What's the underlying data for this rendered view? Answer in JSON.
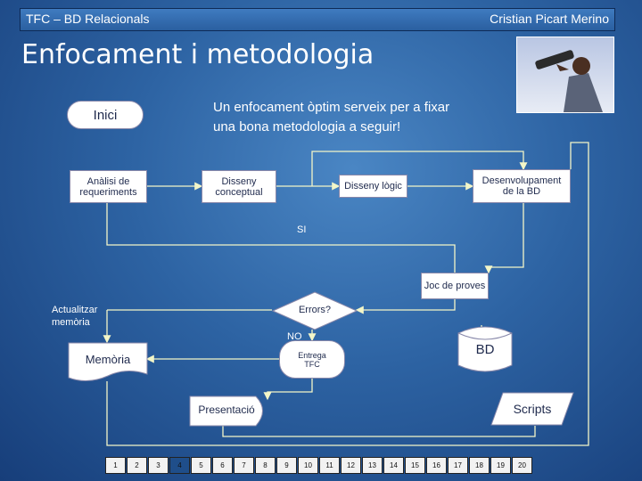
{
  "header": {
    "left": "TFC – BD Relacionals",
    "right": "Cristian Picart Merino"
  },
  "title": "Enfocament i metodologia",
  "intro": {
    "line1": "Un enfocament òptim serveix per a fixar",
    "line2": "una bona metodologia a seguir!"
  },
  "nodes": {
    "inici": "Inici",
    "analisi_1": "Anàlisi de",
    "analisi_2": "requeriments",
    "conceptual_1": "Disseny",
    "conceptual_2": "conceptual",
    "logic": "Disseny lògic",
    "desenv_1": "Desenvolupament",
    "desenv_2": "de la BD",
    "si": "SI",
    "proves": "Joc de proves",
    "actualitzar_1": "Actualitzar",
    "actualitzar_2": "memòria",
    "errors": "Errors?",
    "no": "NO",
    "bd": "BD",
    "memoria": "Memòria",
    "entrega_1": "Entrega",
    "entrega_2": "TFC",
    "presentacio": "Presentació",
    "scripts": "Scripts"
  },
  "timeline": [
    "1",
    "2",
    "3",
    "4",
    "5",
    "6",
    "7",
    "8",
    "9",
    "10",
    "11",
    "12",
    "13",
    "14",
    "15",
    "16",
    "17",
    "18",
    "19",
    "20"
  ],
  "timeline_active": 4
}
